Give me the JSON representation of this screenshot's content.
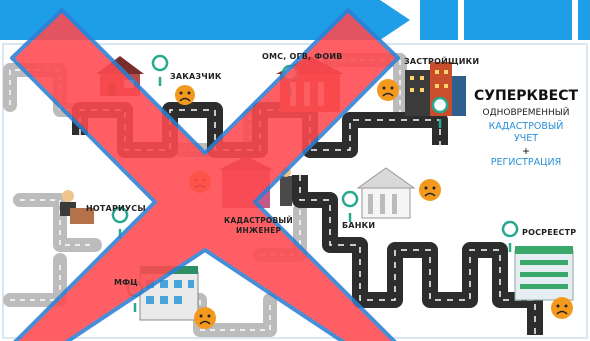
{
  "colors": {
    "bar_blue": "#1f9ee8",
    "road_dark": "#2d2d2d",
    "road_gray": "#b9b9b9",
    "cross_red": "#ff4a4f",
    "cross_edge": "#2e7fd4",
    "accent_text": "#2a8fd6",
    "pin_teal": "#27a98f",
    "emoji_orange": "#f39a1e"
  },
  "title": {
    "main": "СУПЕРКВЕСТ",
    "sub": "ОДНОВРЕМЕННЫЙ",
    "line1": "КАДАСТРОВЫЙ",
    "line2": "УЧЕТ",
    "plus": "+",
    "line3": "РЕГИСТРАЦИЯ"
  },
  "labels": {
    "zakazchik": "ЗАКАЗЧИК",
    "oms": "ОМС, ОГВ, ФОИВ",
    "zastroyshchiki": "ЗАСТРОЙЩИКИ",
    "notariusy": "НОТАРИУСЫ",
    "kadastrovy": "КАДАСТРОВЫЙ",
    "inzhener": "ИНЖЕНЕР",
    "banki": "БАНКИ",
    "rosreestr": "РОСРЕЕСТР",
    "mfc": "МФЦ"
  },
  "icons": [
    "arrow-right-icon",
    "house-icon",
    "government-building-icon",
    "skyscraper-icon",
    "bank-icon",
    "office-building-icon",
    "notary-icon",
    "engineer-icon",
    "map-pin-icon",
    "sad-face-icon",
    "cross-icon"
  ]
}
